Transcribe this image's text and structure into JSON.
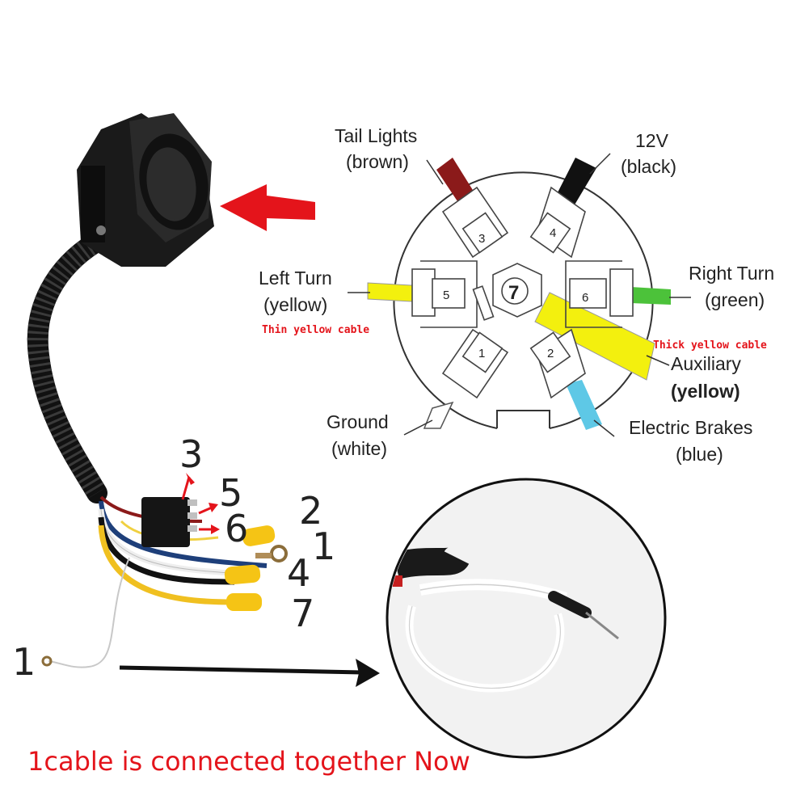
{
  "wiring_diagram": {
    "pins": [
      {
        "pin": "3",
        "name": "Tail Lights",
        "color_name": "(brown)",
        "color": "#8b1a1a"
      },
      {
        "pin": "4",
        "name": "12V",
        "color_name": "(black)",
        "color": "#111111"
      },
      {
        "pin": "5",
        "name": "Left Turn",
        "color_name": "(yellow)",
        "color": "#f3f00e"
      },
      {
        "pin": "6",
        "name": "Right Turn",
        "color_name": "(green)",
        "color": "#4cc23a"
      },
      {
        "pin": "7",
        "name": "Auxiliary",
        "color_name": "(yellow)",
        "color": "#f3f00e"
      },
      {
        "pin": "1",
        "name": "Ground",
        "color_name": "(white)",
        "color": "#ffffff"
      },
      {
        "pin": "2",
        "name": "Electric Brakes",
        "color_name": "(blue)",
        "color": "#5ec8e6"
      }
    ],
    "notes": {
      "thin": "Thin  yellow cable",
      "thick": "Thick  yellow cable"
    }
  },
  "product_photo": {
    "callouts": [
      "3",
      "5",
      "6",
      "2",
      "1",
      "4",
      "7",
      "1"
    ]
  },
  "caption": "1cable is connected together Now",
  "colors": {
    "accent_red": "#e4141b",
    "housing": "#1a1a1a",
    "line": "#333333"
  }
}
